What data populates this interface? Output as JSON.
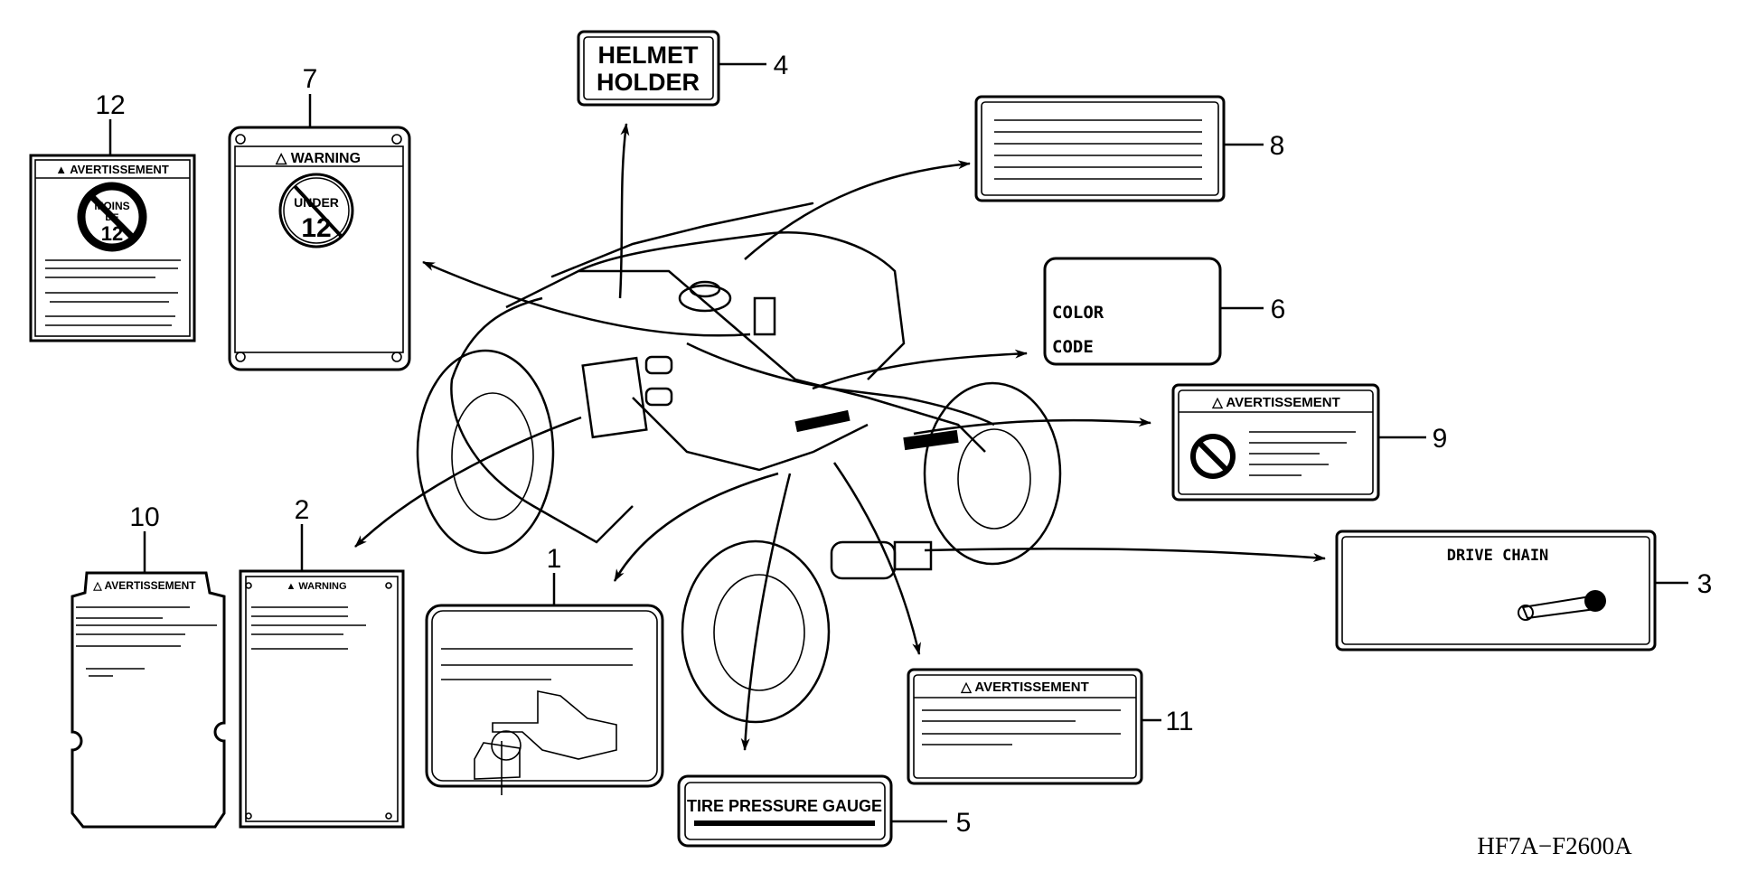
{
  "diagram_code": "HF7A−F2600A",
  "callouts": {
    "c1": "1",
    "c2": "2",
    "c3": "3",
    "c4": "4",
    "c5": "5",
    "c6": "6",
    "c7": "7",
    "c8": "8",
    "c9": "9",
    "c10": "10",
    "c11": "11",
    "c12": "12"
  },
  "labels": {
    "helmet_holder": {
      "line1": "HELMET",
      "line2": "HOLDER"
    },
    "color_code": {
      "line1": "COLOR",
      "line2": "CODE"
    },
    "drive_chain": {
      "title": "DRIVE CHAIN"
    },
    "tire_pressure": {
      "title": "TIRE PRESSURE GAUGE"
    },
    "warning_7": {
      "header": "△ WARNING",
      "badge_top": "UNDER",
      "badge_num": "12"
    },
    "avert_12": {
      "header": "▲ AVERTISSEMENT",
      "badge_top": "MOINS",
      "badge_mid": "DE",
      "badge_num": "12"
    },
    "avert_9": {
      "header": "△ AVERTISSEMENT"
    },
    "avert_11": {
      "header": "△ AVERTISSEMENT"
    },
    "avert_10": {
      "header": "△ AVERTISSEMENT"
    },
    "warning_2": {
      "header": "▲ WARNING"
    }
  },
  "colors": {
    "ink": "#000000",
    "paper": "#ffffff"
  }
}
